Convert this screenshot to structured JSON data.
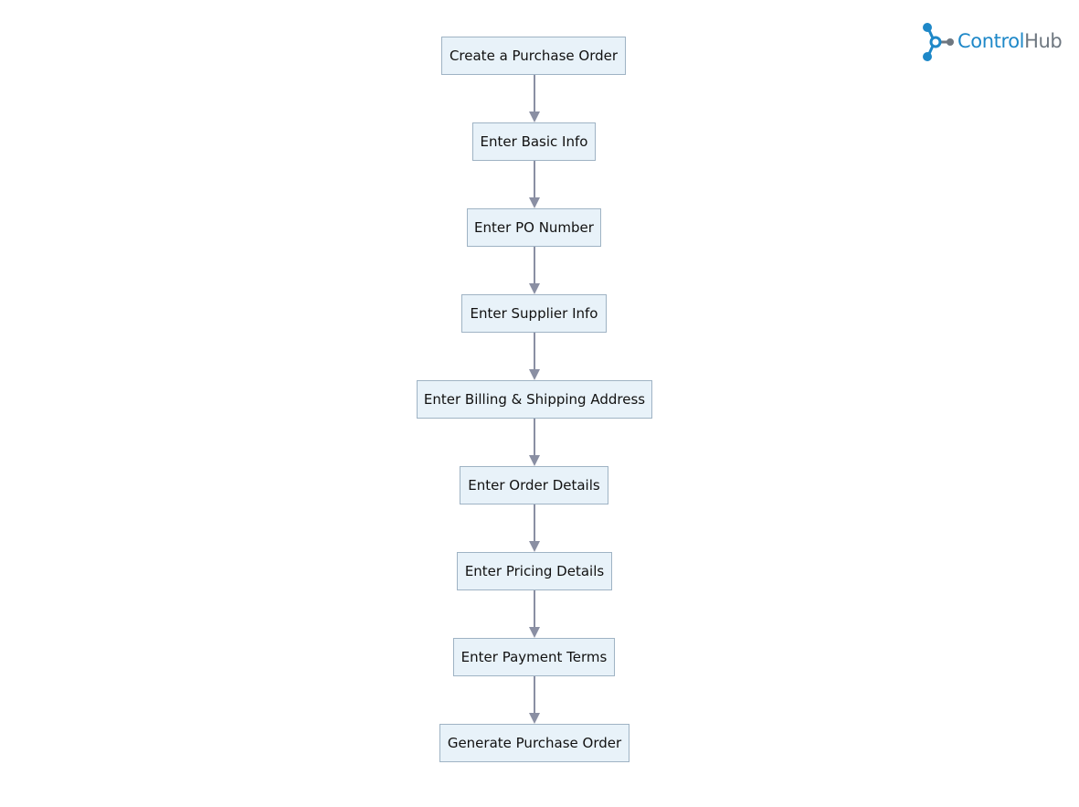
{
  "brand": {
    "name_part1": "Control",
    "name_part2": "Hub",
    "accent_color": "#1e88c8",
    "secondary_color": "#6e7780",
    "icon": "network-node-icon"
  },
  "flowchart": {
    "direction": "top-to-bottom",
    "steps": [
      {
        "id": "create-po",
        "label": "Create a Purchase Order"
      },
      {
        "id": "basic-info",
        "label": "Enter Basic Info"
      },
      {
        "id": "po-number",
        "label": "Enter PO Number"
      },
      {
        "id": "supplier-info",
        "label": "Enter Supplier Info"
      },
      {
        "id": "billing-shipping",
        "label": "Enter Billing & Shipping Address"
      },
      {
        "id": "order-details",
        "label": "Enter Order Details"
      },
      {
        "id": "pricing-details",
        "label": "Enter Pricing Details"
      },
      {
        "id": "payment-terms",
        "label": "Enter Payment Terms"
      },
      {
        "id": "generate-po",
        "label": "Generate Purchase Order"
      }
    ],
    "node_fill": "#e8f2f9",
    "node_border": "#9fb3c4",
    "connector_color": "#8a8fa3"
  }
}
